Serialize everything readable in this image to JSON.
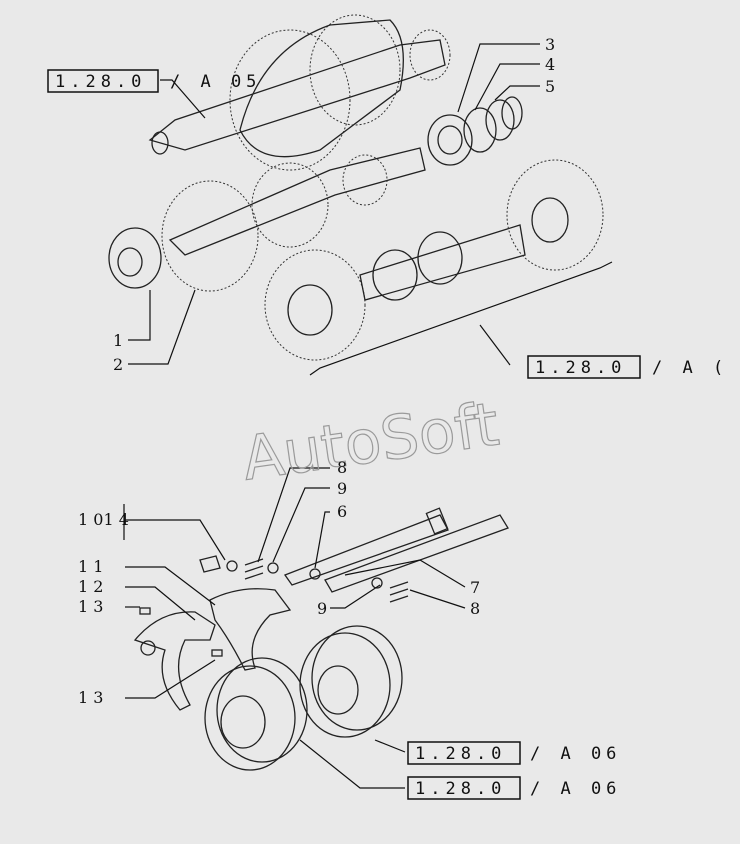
{
  "watermark": "AutoSoft",
  "callouts": {
    "c1": "1",
    "c2": "2",
    "c3": "3",
    "c4": "4",
    "c5": "5",
    "c6": "6",
    "c7": "7",
    "c8a": "8",
    "c8b": "8",
    "c9a": "9",
    "c9b": "9",
    "c1014": "1 01 4",
    "c11": "1 1",
    "c12": "1 2",
    "c13a": "1 3",
    "c13b": "1 3"
  },
  "references": {
    "ref_top_box": "1.28.0",
    "ref_top_tail": "/ A 05",
    "ref_mid_box": "1.28.0",
    "ref_mid_tail": "/ A (",
    "ref_bot1_box": "1.28.0",
    "ref_bot1_tail": "/ A 06",
    "ref_bot2_box": "1.28.0",
    "ref_bot2_tail": "/ A 06"
  }
}
